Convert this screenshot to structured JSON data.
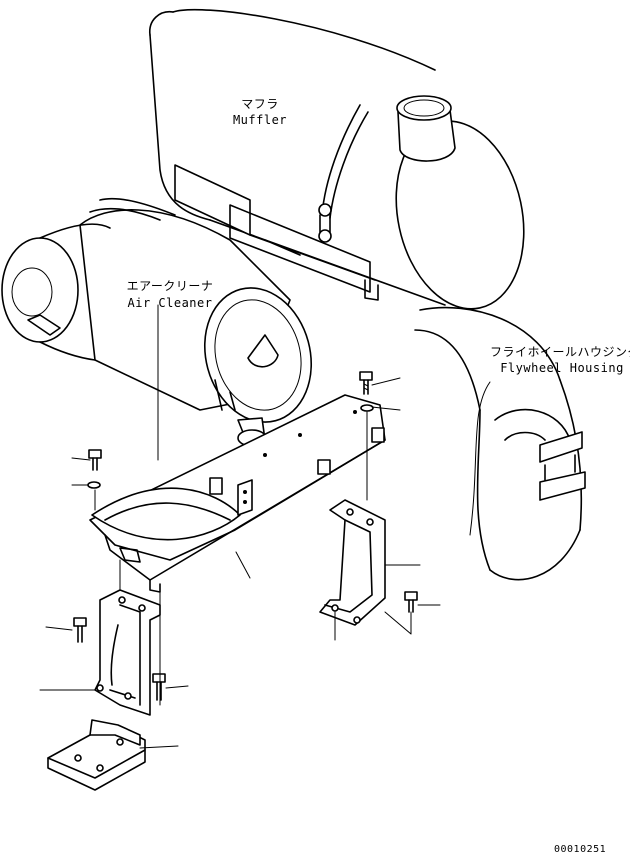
{
  "labels": {
    "muffler_jp": "マフラ",
    "muffler_en": "Muffler",
    "air_cleaner_jp": "エアークリーナ",
    "air_cleaner_en": "Air Cleaner",
    "flywheel_jp": "フライホイールハウジング",
    "flywheel_en": "Flywheel Housing"
  },
  "drawing_number": "00010251"
}
